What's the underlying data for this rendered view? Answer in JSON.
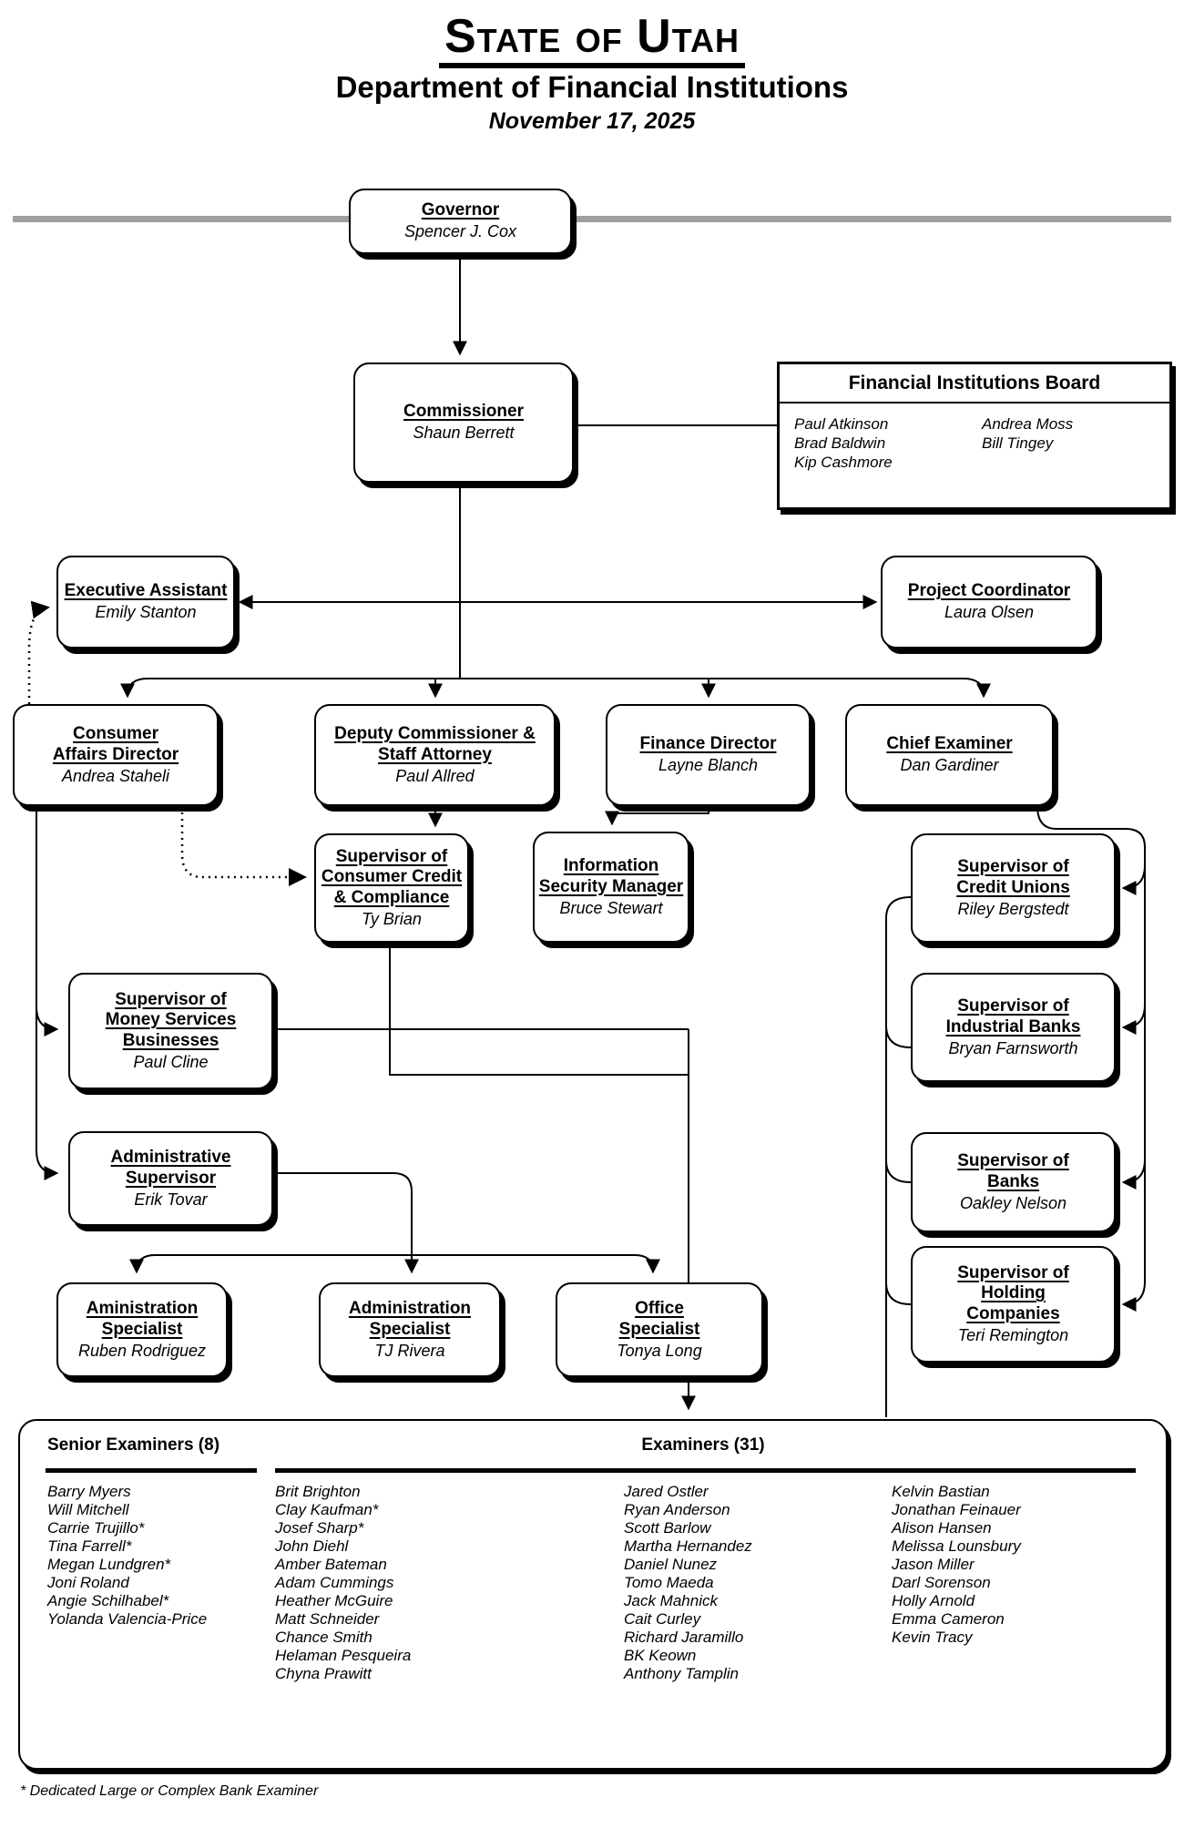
{
  "header": {
    "title": "State of Utah",
    "subtitle": "Department of Financial Institutions",
    "date": "November 17, 2025"
  },
  "nodes": {
    "governor": {
      "title": "Governor",
      "name": "Spencer J. Cox"
    },
    "commissioner": {
      "title": "Commissioner",
      "name": "Shaun Berrett"
    },
    "exec_assistant": {
      "title": "Executive Assistant",
      "name": "Emily Stanton"
    },
    "proj_coordinator": {
      "title": "Project Coordinator",
      "name": "Laura Olsen"
    },
    "consumer_affairs": {
      "title": "Consumer Affairs Director",
      "name": "Andrea Staheli"
    },
    "deputy": {
      "title": "Deputy Commissioner & Staff Attorney",
      "name": "Paul Allred"
    },
    "finance": {
      "title": "Finance Director",
      "name": "Layne Blanch"
    },
    "chief_examiner": {
      "title": "Chief Examiner",
      "name": "Dan Gardiner"
    },
    "sup_consumer_credit": {
      "title": "Supervisor of Consumer Credit & Compliance",
      "name": "Ty Brian"
    },
    "info_security": {
      "title": "Information Security Manager",
      "name": "Bruce Stewart"
    },
    "sup_credit_unions": {
      "title": "Supervisor of Credit Unions",
      "name": "Riley Bergstedt"
    },
    "sup_money_services": {
      "title": "Supervisor of Money Services Businesses",
      "name": "Paul Cline"
    },
    "sup_industrial": {
      "title": "Supervisor of Industrial Banks",
      "name": "Bryan Farnsworth"
    },
    "admin_supervisor": {
      "title": "Administrative Supervisor",
      "name": "Erik Tovar"
    },
    "sup_banks": {
      "title": "Supervisor of Banks",
      "name": "Oakley Nelson"
    },
    "sup_holding": {
      "title": "Supervisor of Holding Companies",
      "name": "Teri Remington"
    },
    "admin_spec1": {
      "title": "Aministration Specialist",
      "name": "Ruben Rodriguez"
    },
    "admin_spec2": {
      "title": "Administration Specialist",
      "name": "TJ Rivera"
    },
    "office_spec": {
      "title": "Office Specialist",
      "name": "Tonya Long"
    }
  },
  "board": {
    "title": "Financial Institutions Board",
    "col1": [
      "Paul Atkinson",
      "Brad Baldwin",
      "Kip Cashmore"
    ],
    "col2": [
      "Andrea Moss",
      "Bill Tingey"
    ]
  },
  "pool": {
    "senior_title": "Senior Examiners (8)",
    "examiners_title": "Examiners (31)",
    "senior": [
      "Barry Myers",
      "Will Mitchell",
      "Carrie Trujillo*",
      "Tina Farrell*",
      "Megan Lundgren*",
      "Joni Roland",
      "Angie Schilhabel*",
      "Yolanda Valencia-Price"
    ],
    "col2": [
      "Brit Brighton",
      "Clay Kaufman*",
      "Josef Sharp*",
      "John Diehl",
      "Amber Bateman",
      "Adam Cummings",
      "Heather McGuire",
      "Matt Schneider",
      "Chance Smith",
      "Helaman Pesqueira",
      "Chyna Prawitt"
    ],
    "col3": [
      "Jared Ostler",
      "Ryan Anderson",
      "Scott Barlow",
      "Martha Hernandez",
      "Daniel Nunez",
      "Tomo Maeda",
      "Jack Mahnick",
      "Cait Curley",
      "Richard Jaramillo",
      "BK Keown",
      "Anthony Tamplin"
    ],
    "col4": [
      "Kelvin Bastian",
      "Jonathan Feinauer",
      "Alison Hansen",
      "Melissa Lounsbury",
      "Jason Miller",
      "Darl Sorenson",
      "Holly Arnold",
      "Emma Cameron",
      "Kevin Tracy"
    ]
  },
  "footnote": "* Dedicated Large or Complex Bank Examiner",
  "colors": {
    "rule": "#9e9e9e",
    "line": "#000000",
    "box_fill": "#ffffff"
  }
}
